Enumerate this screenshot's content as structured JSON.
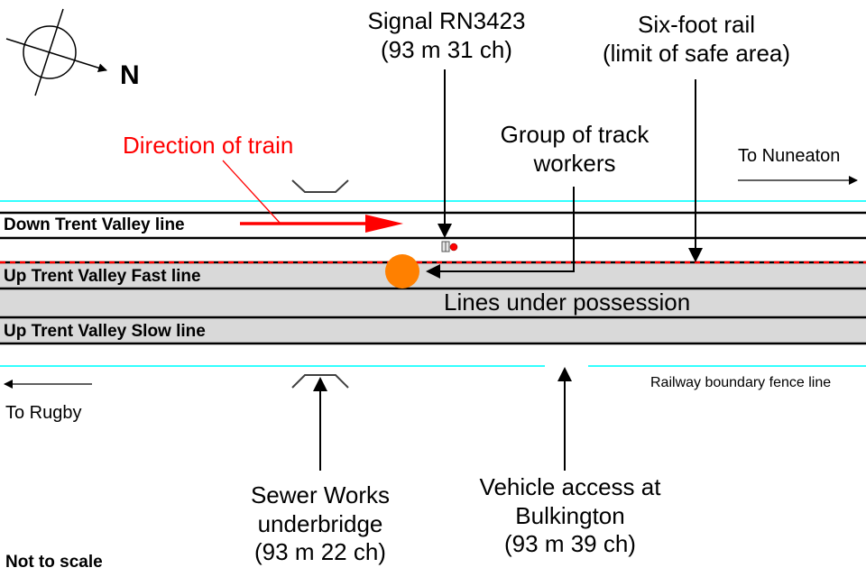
{
  "diagram": {
    "compass": {
      "icon": "north-arrow-compass-icon",
      "label": "N"
    },
    "labels": {
      "signal": {
        "line1": "Signal RN3423",
        "line2": "(93 m 31 ch)"
      },
      "six_foot": {
        "line1": "Six-foot rail",
        "line2": "(limit of safe area)"
      },
      "direction_of_train": "Direction of train",
      "track_workers": {
        "line1": "Group of track",
        "line2": "workers"
      },
      "to_nuneaton": "To Nuneaton",
      "to_rugby": "To Rugby",
      "possession": "Lines under possession",
      "fence": "Railway boundary fence line",
      "underbridge": {
        "line1": "Sewer Works",
        "line2": "underbridge",
        "line3": "(93 m 22 ch)"
      },
      "vehicle_access": {
        "line1": "Vehicle access at",
        "line2": "Bulkington",
        "line3": "(93 m 39 ch)"
      },
      "scale_note": "Not to scale"
    },
    "tracks": [
      {
        "name": "Down Trent Valley line",
        "under_possession": false
      },
      {
        "name": "Up Trent Valley Fast line",
        "under_possession": true
      },
      {
        "name": "Up Trent Valley Slow line",
        "under_possession": true
      }
    ],
    "colors": {
      "fence": "#33ffff",
      "rail": "#000000",
      "possession_fill": "#d9d9d9",
      "direction_arrow": "#ff0000",
      "six_foot_dash": "#ff0000",
      "workers_marker": "#ff8000",
      "signal_light": "#ff0000"
    }
  }
}
